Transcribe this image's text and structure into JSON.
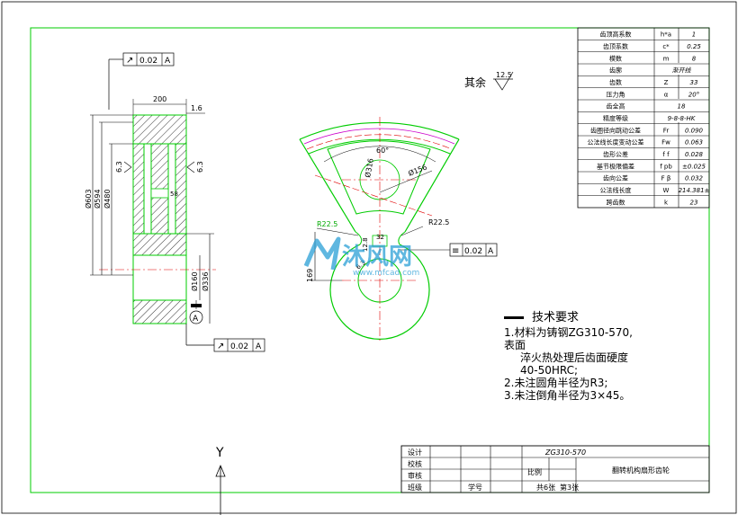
{
  "param_table": {
    "rows": [
      {
        "name": "齿顶高系数",
        "symbol": "h*a",
        "value": "1"
      },
      {
        "name": "齿顶系数",
        "symbol": "c*",
        "value": "0.25"
      },
      {
        "name": "模数",
        "symbol": "m",
        "value": "8"
      },
      {
        "name": "齿廓",
        "symbol": "",
        "value": "渐开线"
      },
      {
        "name": "齿数",
        "symbol": "Z",
        "value": "33"
      },
      {
        "name": "压力角",
        "symbol": "α",
        "value": "20°"
      },
      {
        "name": "齿全高",
        "symbol": "",
        "value": "18"
      },
      {
        "name": "精度等级",
        "symbol": "",
        "value": "9-8-8-HK"
      },
      {
        "name": "齿圈径向跳动公差",
        "symbol": "Fr",
        "value": "0.090"
      },
      {
        "name": "公法线长度变动公差",
        "symbol": "Fw",
        "value": "0.063"
      },
      {
        "name": "齿形公差",
        "symbol": "f f",
        "value": "0.028"
      },
      {
        "name": "基节极限偏差",
        "symbol": "f pb",
        "value": "±0.025"
      },
      {
        "name": "齿向公差",
        "symbol": "F β",
        "value": "0.032"
      },
      {
        "name": "公法线长度",
        "symbol": "W",
        "value": "214.381±"
      },
      {
        "name": "跨齿数",
        "symbol": "k",
        "value": "23"
      }
    ]
  },
  "section_view": {
    "tol_top": {
      "sym": "↗",
      "value": "0.02",
      "datum": "A"
    },
    "tol_bottom": {
      "sym": "↗",
      "value": "0.02",
      "datum": "A"
    },
    "dim_200": "200",
    "dim_16": "1.6",
    "dim_d603": "Ø603",
    "dim_d594": "Ø594",
    "dim_d480": "Ø480",
    "rough_left": "6.3",
    "rough_right": "6.3",
    "dim_58": "58",
    "dim_d160": "Ø160",
    "dim_d336": "Ø336",
    "datum_a": "A"
  },
  "main_view": {
    "rest_label": "其余",
    "rest_rough": "12.5",
    "angle_60": "60°",
    "dim_d316": "Ø316",
    "dim_d156": "Ø156",
    "r_left": "R22.5",
    "r_right": "R22.5",
    "dim_32": "32",
    "dim_128": "12.8",
    "dim_63": "6.3",
    "dim_169": "169",
    "tol_sym": {
      "sym": "≡",
      "value": "0.02",
      "datum": "A"
    }
  },
  "watermark": {
    "brand": "沐风网",
    "url": "www.mfcad.com"
  },
  "tech_req": {
    "title": "技术要求",
    "lines": [
      "1.材料为铸钢ZG310-570,",
      "表面",
      "淬火热处理后齿面硬度",
      "40-50HRC;",
      "2.未注圆角半径为R3;",
      "3.未注倒角半径为3×45。"
    ]
  },
  "axis_label": "Y",
  "title_block": {
    "row_labels": [
      "设计",
      "校核",
      "审核",
      "班级"
    ],
    "student_no": "学号",
    "material": "ZG310-570",
    "scale_label": "比例",
    "part_name": "翻转机构扇形齿轮",
    "sheet_total": "共6张",
    "sheet_no": "第3张"
  },
  "colors": {
    "line": "#000000",
    "green": "#00cc00",
    "red": "#e00000",
    "magenta": "#cc00cc",
    "watermark": "#2a9fd6"
  }
}
